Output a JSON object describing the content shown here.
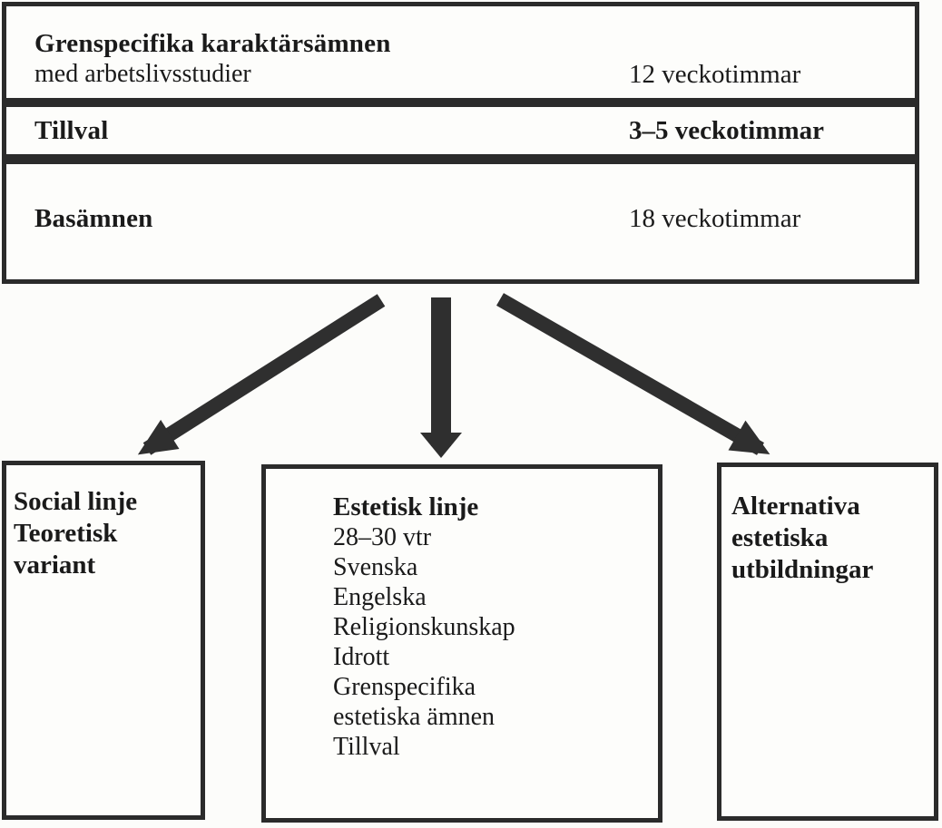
{
  "colors": {
    "paper": "#fcfcfa",
    "ink": "#1a1a1a",
    "border": "#2b2b2b",
    "arrow": "#2f2f2f"
  },
  "top_stack": {
    "rows": [
      {
        "title": "Grenspecifika karaktärsämnen",
        "subtitle": "med arbetslivsstudier",
        "hours": "12 veckotimmar"
      },
      {
        "title": "Tillval",
        "hours": "3–5 veckotimmar"
      },
      {
        "title": "Basämnen",
        "hours": "18 veckotimmar"
      }
    ]
  },
  "branches": {
    "left": {
      "lines": [
        "Social linje",
        "Teoretisk",
        "variant"
      ]
    },
    "middle": {
      "title": "Estetisk linje",
      "lines": [
        "28–30 vtr",
        "Svenska",
        "Engelska",
        "Religionskunskap",
        "Idrott",
        "Grenspecifika",
        "estetiska ämnen",
        "Tillval"
      ]
    },
    "right": {
      "lines": [
        "Alternativa",
        "estetiska",
        "utbildningar"
      ]
    }
  }
}
